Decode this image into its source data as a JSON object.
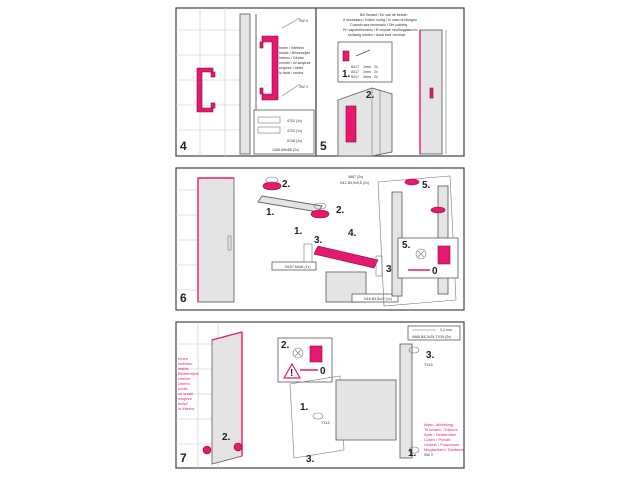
{
  "panel4": {
    "step": "4",
    "sw_top": "SW 3",
    "sw_bottom": "SW 3",
    "side_note": [
      "Innen / Intérieur",
      "Inside / Binnenzijde",
      "Interno / Dentro",
      "vonútri / do wnętrza",
      "wnętrze / belső",
      "Iç taraf / unutra"
    ],
    "parts": [
      {
        "code": "4702 (1x)"
      },
      {
        "code": "4703 (1x)"
      },
      {
        "code": "5748 (4x)"
      },
      {
        "code": "1289 M5x55 (2x)"
      }
    ]
  },
  "panel5": {
    "step": "5",
    "header": [
      "Bei Bedarf / En cas de besoin",
      "If necessary / Indien nodig / In caso di bisogno",
      "Cuando sea necesario / Dle potřeby",
      "Pri zapotrebovaniu / В случае необходимости",
      "szükség esetén / dacă este necesar"
    ],
    "sub_1": "1.",
    "sub_2": "2.",
    "options": [
      {
        "code": "8417",
        "size": "1mm",
        "qty": "2x"
      },
      {
        "code": "8417",
        "size": "2mm",
        "qty": "2x"
      },
      {
        "code": "8417",
        "size": "3mm",
        "qty": "2x"
      }
    ]
  },
  "panel6": {
    "step": "6",
    "parts": [
      {
        "code": "4667 (2x)"
      },
      {
        "code": "N12 B3,9x9,5 (2x)"
      },
      {
        "code": "N187 M4x8 (1x)"
      },
      {
        "code": "N18 B3,5x22 (1x)"
      }
    ],
    "steps": [
      "1.",
      "2.",
      "3.",
      "4.",
      "5.",
      "1.",
      "2.",
      "3.",
      "5."
    ],
    "zero": "0"
  },
  "panel7": {
    "step": "7",
    "side_note": [
      "Innen",
      "Intérieur",
      "Inside",
      "Binnenzijde",
      "Interno",
      "Dentro",
      "uvnitř",
      "vo vnútri",
      "wnętrze",
      "belső",
      "în interior"
    ],
    "parts": [
      {
        "code": "3,1 mm"
      },
      {
        "code": "4666 B4,2x25-TX15 (2x)"
      }
    ],
    "tx15_a": "TX15",
    "tx15_b": "TX15",
    "sw": "SW 3",
    "steps": [
      "1.",
      "2.",
      "3.",
      "1.",
      "2.",
      "3."
    ],
    "zero": "0",
    "bottom_note": [
      "lösen, Abbildung",
      "To loosen, Gravure",
      "Apre / Destornillar",
      "Lösen / Povolit",
      "Uvoľniť / Poluzować",
      "Meglazítani / Desfaceți"
    ]
  },
  "colors": {
    "accent": "#e5196f",
    "line": "#555555",
    "glass": "#e4e4e4"
  }
}
